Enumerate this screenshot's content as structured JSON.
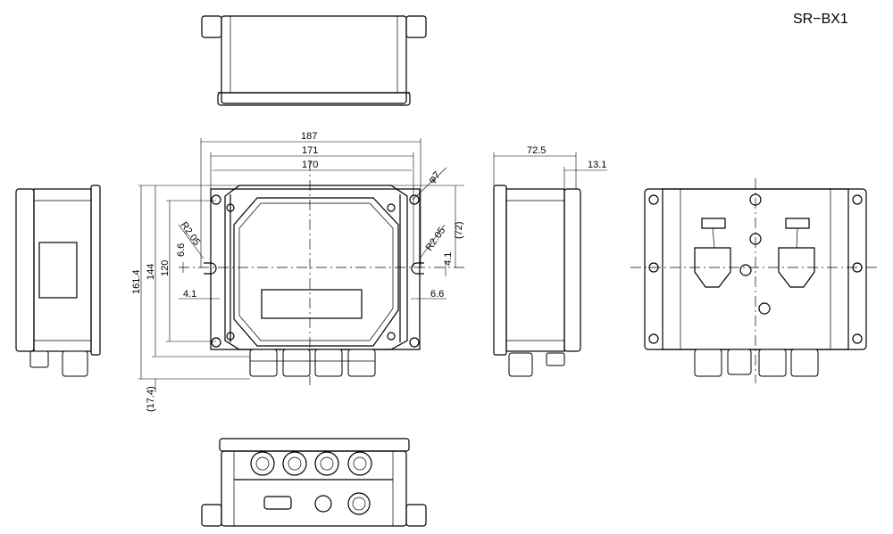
{
  "model": "SR−BX1",
  "dimensions": {
    "width_overall": "187",
    "width_holes": "171",
    "width_body": "170",
    "hole_diameter": "φ7",
    "slot_radius_left": "R2.05",
    "slot_radius_right": "R2.05",
    "slot_height_left": "6.6",
    "slot_offset_left": "4.1",
    "slot_offset_right": "6.6",
    "slot_height_right": "4.1",
    "half_height": "(72)",
    "height_overall": "161.4",
    "height_body": "144",
    "height_holes": "120",
    "gland_height": "(17.4)",
    "depth": "72.5",
    "lid_depth": "13.1"
  }
}
